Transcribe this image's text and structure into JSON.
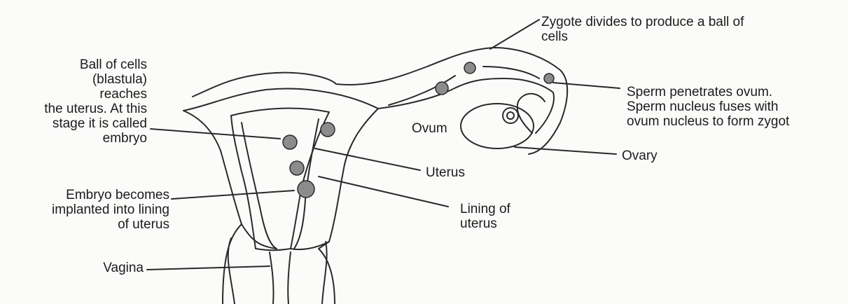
{
  "labels": {
    "blastula": "Ball of cells\n(blastula) reaches\nthe uterus. At this\nstage it is called\nembryo",
    "zygote_divides": "Zygote divides to produce a ball of\ncells",
    "sperm_penetrates": "Sperm penetrates ovum.\nSperm nucleus fuses with\novum nucleus to form zygot",
    "ovum": "Ovum",
    "ovary": "Ovary",
    "uterus": "Uterus",
    "embryo_implanted": "Embryo becomes\nimplanted into lining\nof uterus",
    "lining": "Lining of\nuterus",
    "vagina": "Vagina"
  },
  "colors": {
    "ink": "#2a2a2a",
    "cell_fill": "#8c8c8c",
    "paper": "#fbfbfa"
  }
}
